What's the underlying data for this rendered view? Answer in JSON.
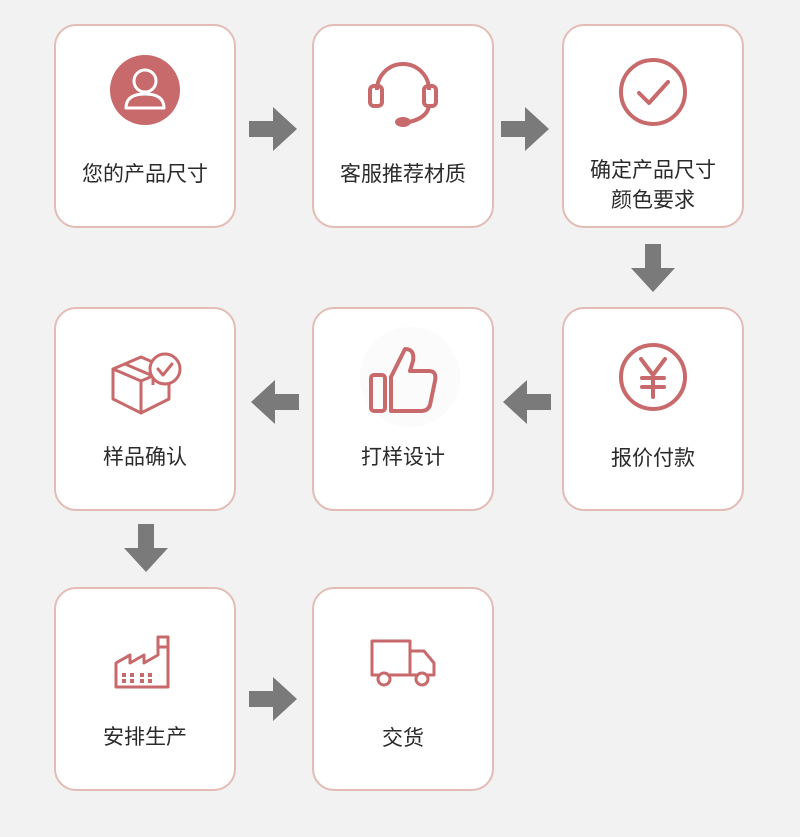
{
  "steps": [
    {
      "label": "您的产品尺寸",
      "icon": "user-icon"
    },
    {
      "label": "客服推荐材质",
      "icon": "headset-icon"
    },
    {
      "label": "确定产品尺寸",
      "label2": "颜色要求",
      "icon": "check-circle-icon"
    },
    {
      "label": "报价付款",
      "icon": "yen-icon"
    },
    {
      "label": "打样设计",
      "icon": "thumbs-up-icon"
    },
    {
      "label": "样品确认",
      "icon": "package-check-icon"
    },
    {
      "label": "安排生产",
      "icon": "factory-icon"
    },
    {
      "label": "交货",
      "icon": "truck-icon"
    }
  ],
  "colors": {
    "accent": "#c8696b",
    "border": "#e3bcb6",
    "arrow": "#7a7a7a",
    "background": "#f2f2f2"
  }
}
